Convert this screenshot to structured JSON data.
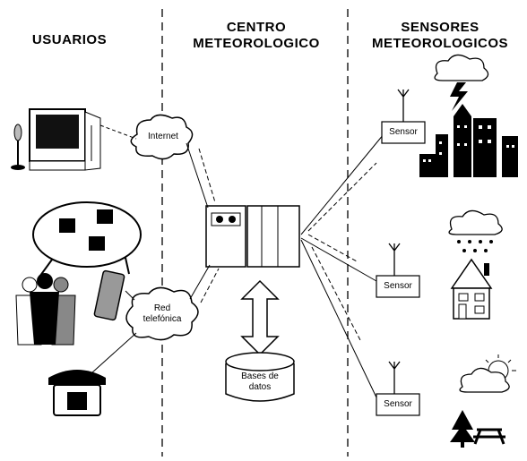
{
  "headers": {
    "users": "USUARIOS",
    "center_line1": "CENTRO",
    "center_line2": "METEOROLOGICO",
    "sensors_line1": "SENSORES",
    "sensors_line2": "METEOROLOGICOS"
  },
  "nodes": {
    "internet": "Internet",
    "red_line1": "Red",
    "red_line2": "telefónica",
    "bases_line1": "Bases de",
    "bases_line2": "datos",
    "sensor1": "Sensor",
    "sensor2": "Sensor",
    "sensor3": "Sensor"
  },
  "icons": [
    "microphone-icon",
    "computer-monitor-icon",
    "speech-bubble-icon",
    "people-group-icon",
    "mobile-phone-icon",
    "desk-telephone-icon",
    "server-cabinet-icon",
    "database-cylinder-icon",
    "antenna-icon",
    "storm-cloud-icon",
    "city-buildings-icon",
    "rain-cloud-icon",
    "house-icon",
    "sun-cloud-icon",
    "tree-icon",
    "picnic-table-icon"
  ]
}
